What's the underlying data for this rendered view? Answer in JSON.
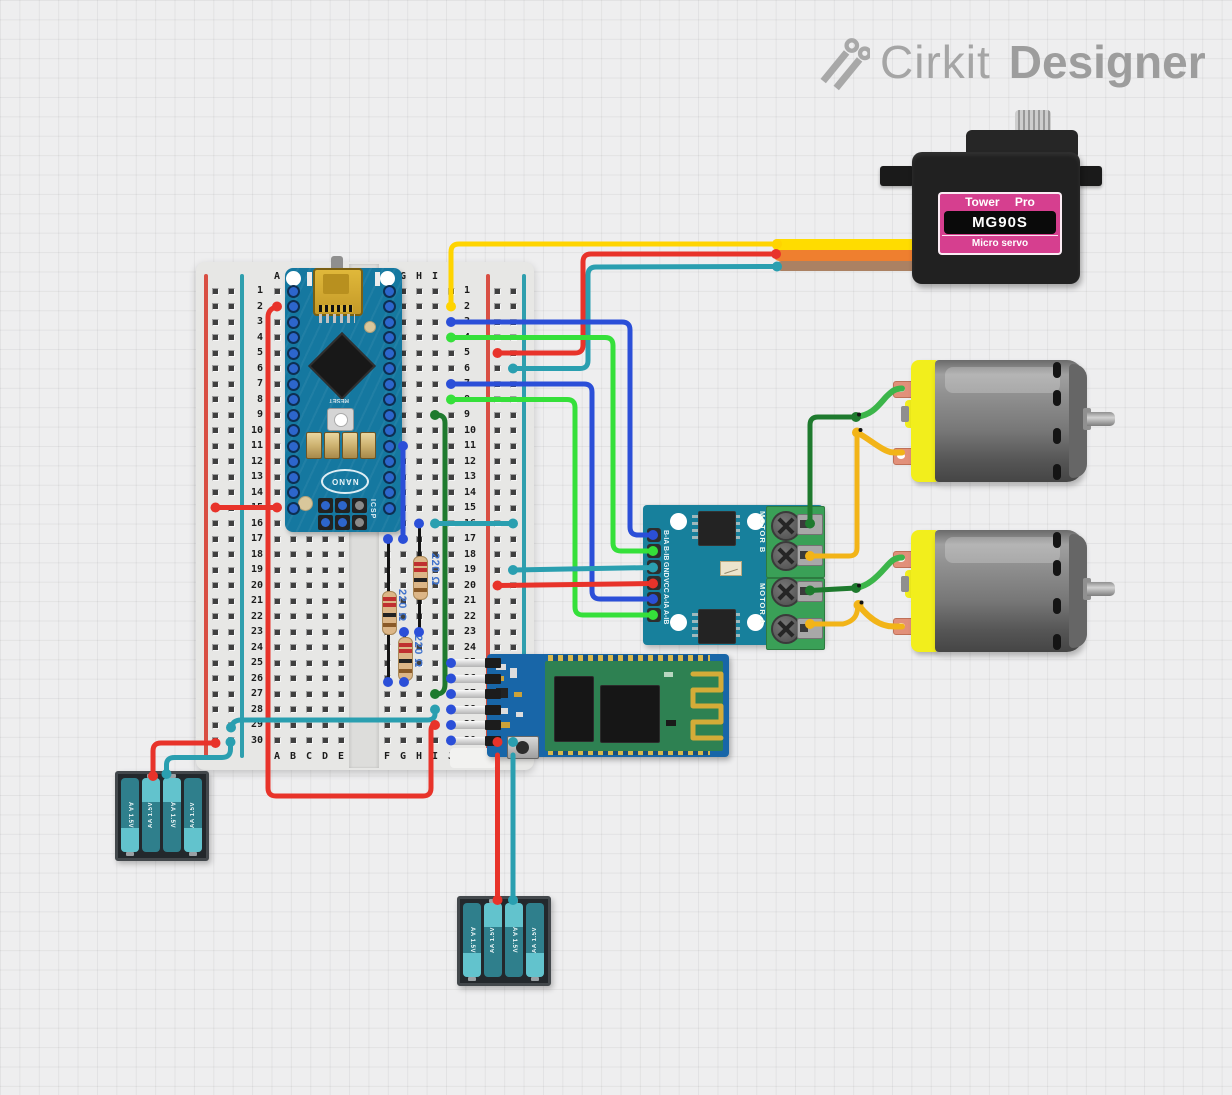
{
  "app": {
    "brand_regular": "Cirkit",
    "brand_bold": "Designer"
  },
  "breadboard": {
    "row_numbers": [
      1,
      2,
      3,
      4,
      5,
      6,
      7,
      8,
      9,
      10,
      11,
      12,
      13,
      14,
      15,
      16,
      17,
      18,
      19,
      20,
      21,
      22,
      23,
      24,
      25,
      26,
      27,
      28,
      29,
      30
    ],
    "columns_left": [
      "A",
      "B",
      "C",
      "D",
      "E"
    ],
    "columns_right": [
      "F",
      "G",
      "H",
      "I",
      "J"
    ]
  },
  "arduino": {
    "reset_label": "RESET",
    "brand_label": "NANO",
    "icsp_label": "ICSP"
  },
  "servo": {
    "brand_line": "Tower Pro",
    "model": "MG90S",
    "type_line": "Micro servo"
  },
  "motor_driver": {
    "pin_labels": [
      "B-IA",
      "B-IB",
      "GND",
      "VCC",
      "A-IA",
      "A-IB"
    ],
    "motor_b_label": "MOTOR B",
    "motor_a_label": "MOTOR A"
  },
  "resistors": [
    {
      "value_label": "220 Ω"
    },
    {
      "value_label": "220 Ω"
    },
    {
      "value_label": "220 Ω"
    }
  ],
  "battery": {
    "cell_label": "AA 1.5V"
  },
  "colors": {
    "wire_red": "#e8332a",
    "wire_teal": "#2a9fb0",
    "wire_blue": "#2b4fd8",
    "wire_green": "#35e03a",
    "wire_dark_green": "#1e7a2e",
    "wire_yellow": "#ffd400",
    "wire_black": "#141414",
    "motor_lead_green": "#3cb54a",
    "motor_lead_yellow": "#f2b418",
    "servo_ribbon_yellow": "#ffdc00",
    "servo_ribbon_orange": "#ef7f2f",
    "servo_ribbon_brown": "#ab8163",
    "servo_label_pink": "#d63f8f",
    "pcb_blue": "#1578a0",
    "battery_teal": "#2f7f8c",
    "resistor_label_blue": "#3f72cc",
    "logo_gray": "#a5a5a5"
  }
}
